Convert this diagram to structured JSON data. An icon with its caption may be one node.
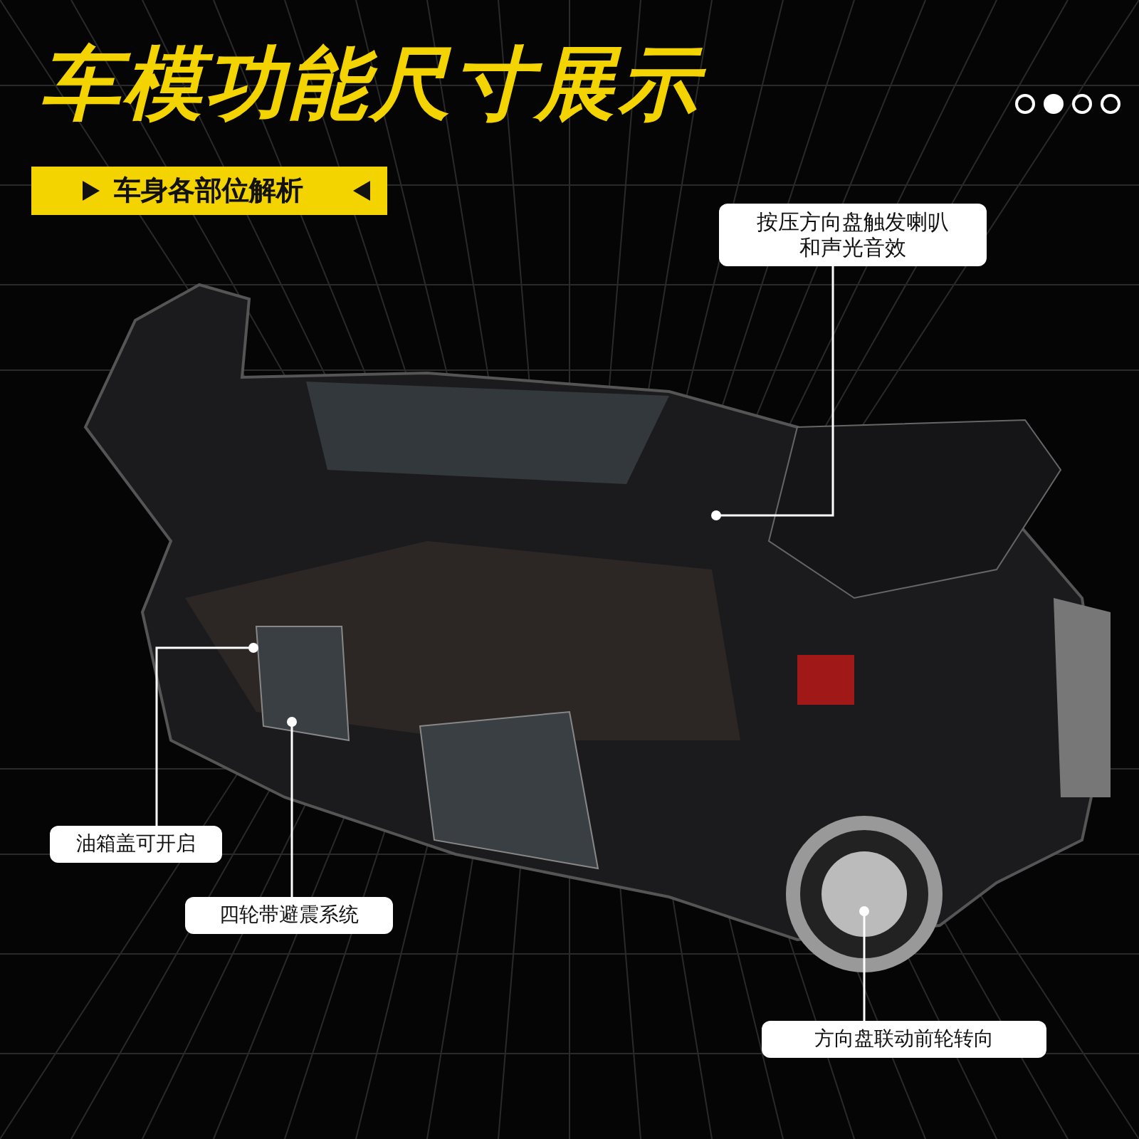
{
  "diagram": {
    "title": "车模功能尺寸展示",
    "nodes": [
      {
        "text": [
          "按压方向盘触发喇叭和声光音效"
        ]
      },
      {
        "text": [
          "油箱盖可开启"
        ]
      },
      {
        "text": [
          "四轮带避震系统"
        ]
      },
      {
        "text": [
          "方向盘联动前轮转向"
        ]
      }
    ],
    "edges": [
      {
        "from": 0,
        "to": null,
        "arrow": "other"
      },
      {
        "from": 1,
        "to": null,
        "arrow": "other"
      },
      {
        "from": 2,
        "to": null,
        "arrow": "other"
      },
      {
        "from": 3,
        "to": null,
        "arrow": "other"
      }
    ],
    "labels": [
      "车身各部位解析"
    ]
  }
}
